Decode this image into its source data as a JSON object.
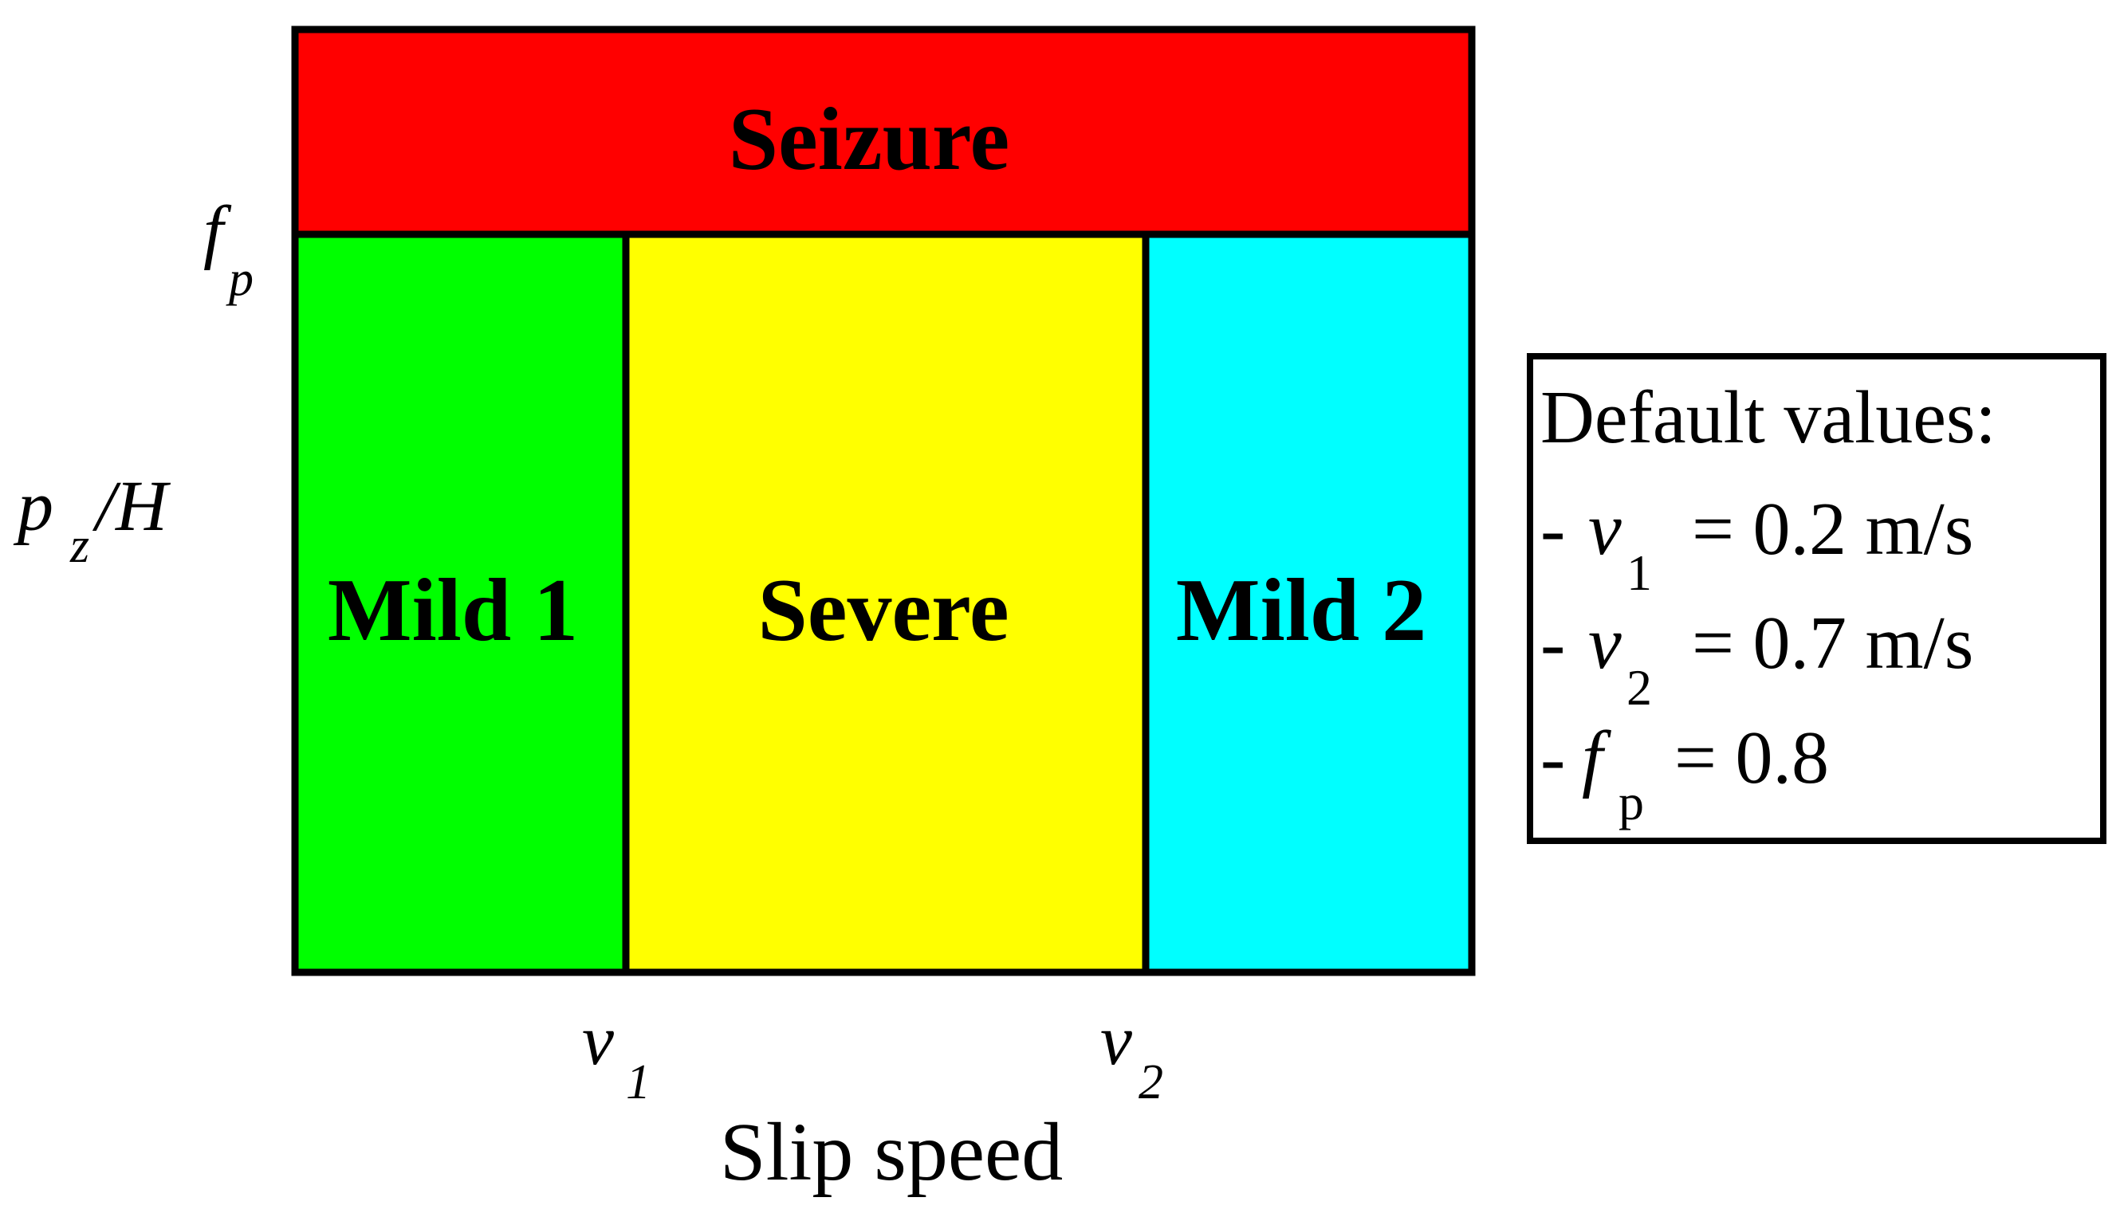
{
  "regions": {
    "seizure": {
      "label": "Seizure",
      "color": "#ff0000"
    },
    "mild1": {
      "label": "Mild 1",
      "color": "#00ff00"
    },
    "severe": {
      "label": "Severe",
      "color": "#ffff00"
    },
    "mild2": {
      "label": "Mild 2",
      "color": "#00ffff"
    }
  },
  "y_axis": {
    "fp_symbol": "f",
    "fp_subscript": "p",
    "ratio_p": "p",
    "ratio_sub": "z",
    "ratio_rest": "/H"
  },
  "x_axis": {
    "v1_symbol": "v",
    "v1_subscript": "1",
    "v2_symbol": "v",
    "v2_subscript": "2",
    "title": "Slip speed"
  },
  "legend": {
    "title": "Default values:",
    "items": [
      {
        "dash": "- ",
        "symbol": "v",
        "subscript": "1",
        "value": "= 0.2 m/s"
      },
      {
        "dash": "- ",
        "symbol": "v",
        "subscript": "2",
        "value": "= 0.7 m/s"
      },
      {
        "dash": "- ",
        "symbol": "f",
        "subscript": "p",
        "value": "= 0.8"
      }
    ]
  }
}
